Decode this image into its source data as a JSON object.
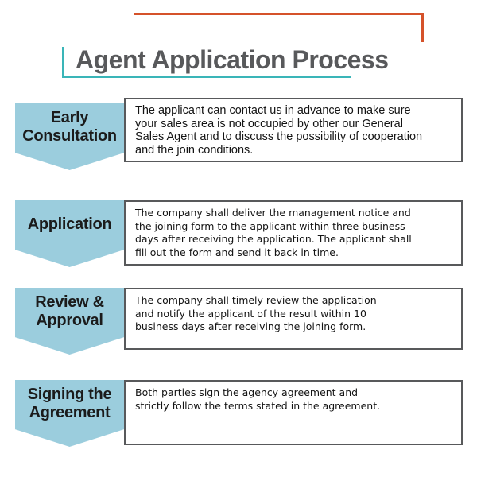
{
  "title": "Agent Application Process",
  "colors": {
    "accent_orange": "#d5522a",
    "accent_teal": "#3ab5b8",
    "banner_blue": "#9bcddd",
    "title_gray": "#58595b",
    "box_border_gray": "#58595b"
  },
  "steps": [
    {
      "label_lines": [
        "Early",
        "Consultation"
      ],
      "desc_lines": [
        "The applicant can contact us in advance to make sure",
        "your sales area is not occupied by other our General",
        "Sales Agent and to discuss the possibility of cooperation",
        "and the join conditions."
      ]
    },
    {
      "label_lines": [
        "Application"
      ],
      "desc_lines": [
        "The company shall deliver the management notice and",
        "the joining form to the applicant within three business",
        "days after receiving the application. The applicant shall",
        "fill out the form and send it back in time."
      ]
    },
    {
      "label_lines": [
        "Review &",
        "Approval"
      ],
      "desc_lines": [
        "The company shall timely review the application",
        "and notify the applicant of the result within 10",
        "business days after receiving the joining form."
      ]
    },
    {
      "label_lines": [
        "Signing the",
        "Agreement"
      ],
      "desc_lines": [
        "Both parties sign the agency agreement and",
        "strictly follow the terms stated in the agreement."
      ]
    }
  ]
}
